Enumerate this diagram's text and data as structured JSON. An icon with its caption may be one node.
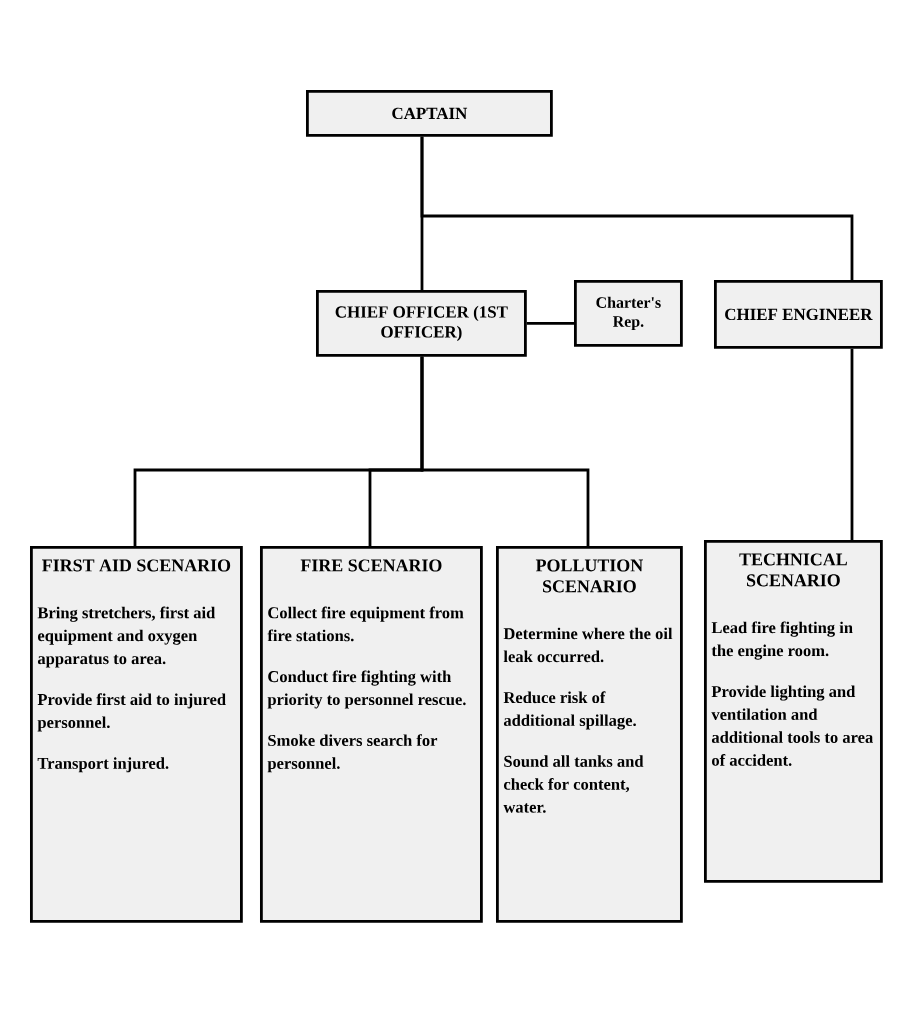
{
  "diagram": {
    "nodes": [
      {
        "text": [
          "CAPTAIN"
        ]
      },
      {
        "text": [
          "CHIEF OFFICER (1ST OFFICER)"
        ]
      },
      {
        "text": [
          "Charter's Rep."
        ]
      },
      {
        "text": [
          "CHIEF ENGINEER"
        ]
      },
      {
        "text": [
          "FIRST AID SCENARIO",
          "Bring stretchers, first aid equipment and oxygen apparatus to area.",
          "Provide first aid to injured personnel.",
          "Transport injured."
        ]
      },
      {
        "text": [
          "FIRE SCENARIO",
          "Collect fire equipment from fire stations.",
          "Conduct fire fighting with priority to personnel rescue.",
          "Smoke divers search for personnel."
        ]
      },
      {
        "text": [
          "POLLUTION SCENARIO",
          "Determine where the oil leak occurred.",
          "Reduce risk of additional spillage.",
          "Sound all tanks and check for content, water."
        ]
      },
      {
        "text": [
          "TECHNICAL SCENARIO",
          "Lead fire fighting in the engine room.",
          "Provide lighting and ventilation and additional tools to area of accident."
        ]
      }
    ],
    "edges": [
      {
        "from": 0,
        "to": 1,
        "arrow": "none"
      },
      {
        "from": 0,
        "to": 3,
        "arrow": "none"
      },
      {
        "from": 1,
        "to": 2,
        "arrow": "none"
      },
      {
        "from": 1,
        "to": 4,
        "arrow": "none"
      },
      {
        "from": 1,
        "to": 5,
        "arrow": "none"
      },
      {
        "from": 1,
        "to": 6,
        "arrow": "none"
      },
      {
        "from": 3,
        "to": 7,
        "arrow": "none"
      }
    ]
  }
}
